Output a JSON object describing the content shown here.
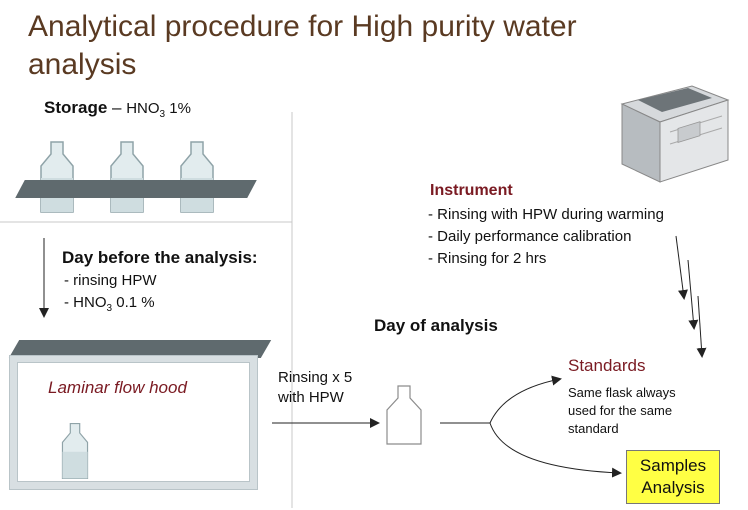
{
  "title": {
    "line1": "Analytical procedure for High purity water",
    "line2": "analysis"
  },
  "storage": {
    "label_bold": "Storage",
    "dash": " – ",
    "hno": "HNO",
    "hno_sub": "3",
    "concentration": " 1%"
  },
  "day_before": {
    "title": "Day before the analysis:",
    "item1": "- rinsing HPW",
    "item2_prefix": "- HNO",
    "item2_sub": "3",
    "item2_suffix": " 0.1 %"
  },
  "hood": {
    "label": "Laminar flow hood"
  },
  "rinsing": {
    "line1": "Rinsing x 5",
    "line2": "with HPW"
  },
  "day_of": {
    "label": "Day of analysis"
  },
  "instrument": {
    "title": "Instrument",
    "items": [
      "- Rinsing with HPW during warming",
      "- Daily performance calibration",
      "- Rinsing for 2 hrs"
    ]
  },
  "standards": {
    "title": "Standards",
    "line1": "Same flask always",
    "line2": "used for the same",
    "line3": "standard"
  },
  "samples": {
    "line1": "Samples",
    "line2": "Analysis"
  },
  "colors": {
    "title": "#5a3a22",
    "accent": "#7a1a22",
    "highlight": "#ffff44",
    "shelf": "#5f6a6e",
    "bottle_fill": "#e2ecee",
    "bottle_stroke": "#8fa3a8"
  }
}
